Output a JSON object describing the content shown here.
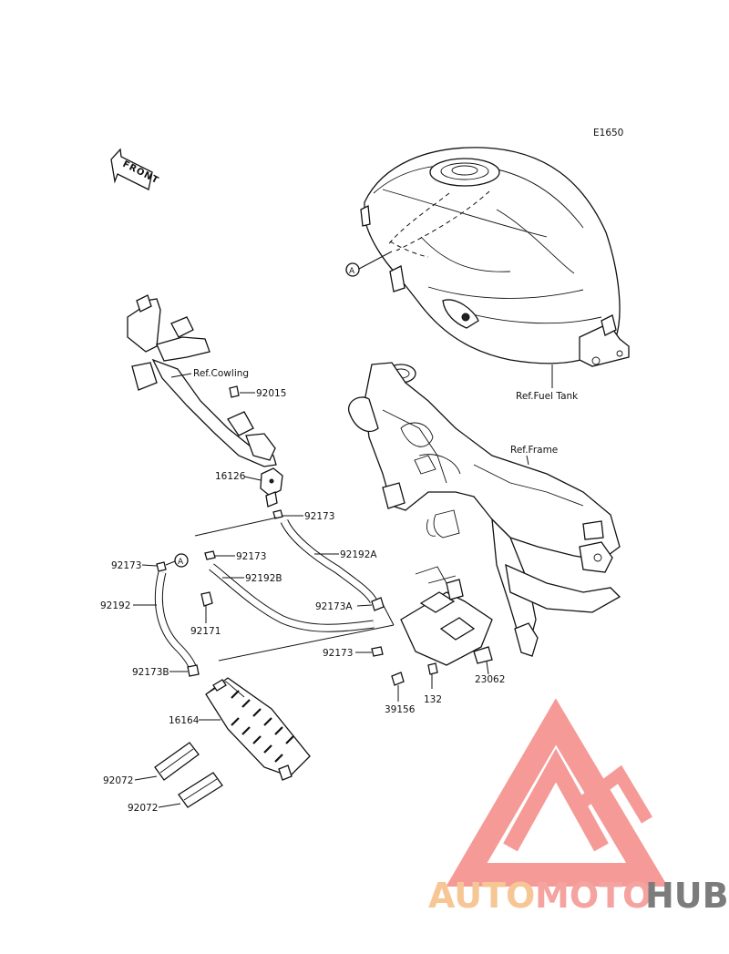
{
  "diagram_code": "E1650",
  "front_arrow": {
    "text": "FRONT",
    "icon": "front-direction-arrow-icon"
  },
  "refs": {
    "cowling": "Ref.Cowling",
    "fuel_tank": "Ref.Fuel Tank",
    "frame": "Ref.Frame"
  },
  "callout": "A",
  "parts": [
    "92015",
    "16126",
    "92173",
    "92192A",
    "92173",
    "92192B",
    "92173",
    "92192",
    "92171",
    "92173A",
    "92173",
    "92173B",
    "16164",
    "92072",
    "92072",
    "23062",
    "39156",
    "132"
  ],
  "watermark": {
    "auto": "AUTO",
    "moto": "MOTO",
    "hub": "HUB",
    "colors": {
      "auto": "#f7c08a",
      "moto": "#f59a96",
      "hub": "#6e6e6e",
      "logo": "#f4908c"
    }
  }
}
